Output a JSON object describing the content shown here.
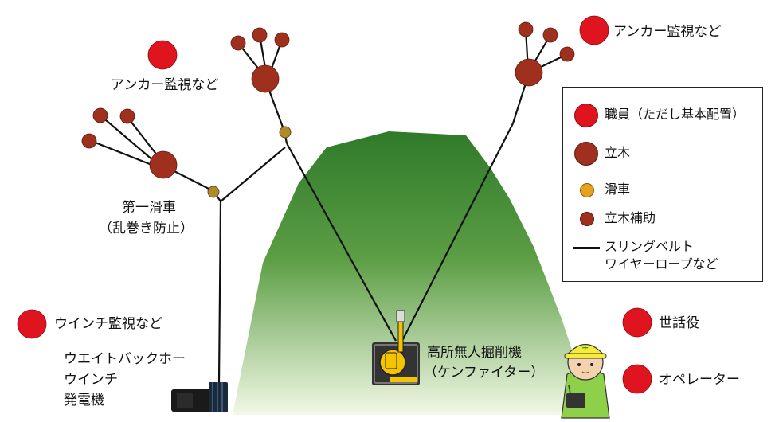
{
  "labels": {
    "anchor_top_left": "アンカー監視など",
    "anchor_top_right": "アンカー監視など",
    "pulley_first_line1": "第一滑車",
    "pulley_first_line2": "（乱巻き防止）",
    "winch_watch": "ウインチ監視など",
    "equipment_line1": "ウエイトバックホー",
    "equipment_line2": "ウインチ",
    "equipment_line3": "発電機",
    "excavator_line1": "高所無人掘削機",
    "excavator_line2": "（ケンファイター）",
    "caretaker": "世話役",
    "operator": "オペレーター"
  },
  "legend": {
    "staff": "職員（ただし基本配置）",
    "tree": "立木",
    "pulley": "滑車",
    "tree_aux": "立木補助",
    "line_line1": "スリングベルト",
    "line_line2": "ワイヤーロープなど"
  },
  "colors": {
    "staff": "#e0141e",
    "tree": "#a0301e",
    "pulley": "#e8a020",
    "pulley_dark": "#a07020",
    "hill_top": "#2e7d2e",
    "hill_bottom": "#eef5e0",
    "line": "#111111",
    "machine_yellow": "#f5c400"
  },
  "icons": {
    "staff_marker": "red-circle",
    "tree_marker": "brown-circle",
    "pulley_marker": "orange-circle",
    "operator_person": "worker-with-hardhat-icon",
    "excavator": "excavator-icon",
    "winch_unit": "winch-icon"
  }
}
